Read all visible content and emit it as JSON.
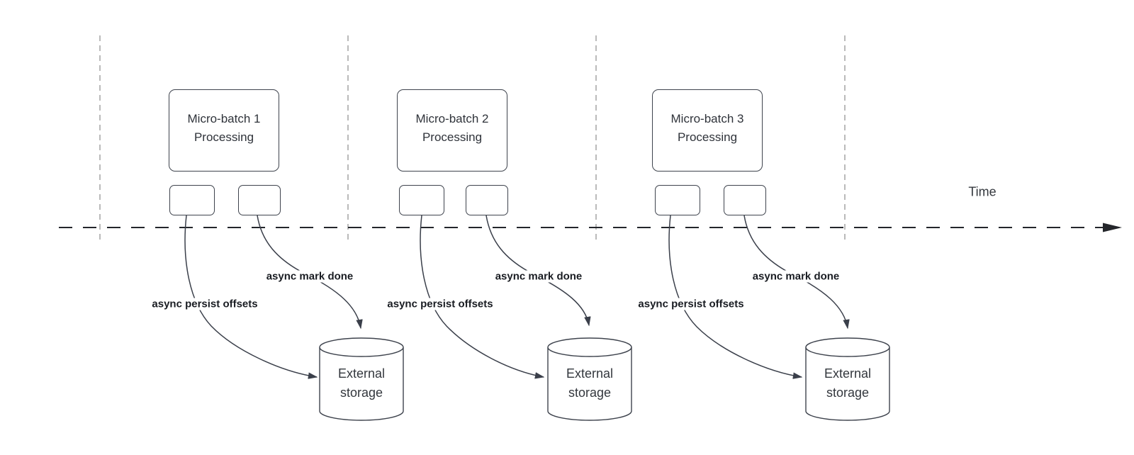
{
  "timeline": {
    "label": "Time"
  },
  "colors": {
    "shape_stroke": "#3e434d",
    "arrow_stroke": "#3a3f4a",
    "guide_line": "#a9a9a9",
    "timeline_line": "#24262b",
    "title_text": "#2f333a",
    "label_text": "#191c22"
  },
  "clusters": [
    {
      "title_line1": "Micro-batch 1",
      "title_line2": "Processing",
      "persist_label": "async persist offsets",
      "done_label": "async mark done",
      "storage_line1": "External",
      "storage_line2": "storage"
    },
    {
      "title_line1": "Micro-batch 2",
      "title_line2": "Processing",
      "persist_label": "async persist offsets",
      "done_label": "async mark done",
      "storage_line1": "External",
      "storage_line2": "storage"
    },
    {
      "title_line1": "Micro-batch 3",
      "title_line2": "Processing",
      "persist_label": "async persist offsets",
      "done_label": "async mark done",
      "storage_line1": "External",
      "storage_line2": "storage"
    }
  ]
}
